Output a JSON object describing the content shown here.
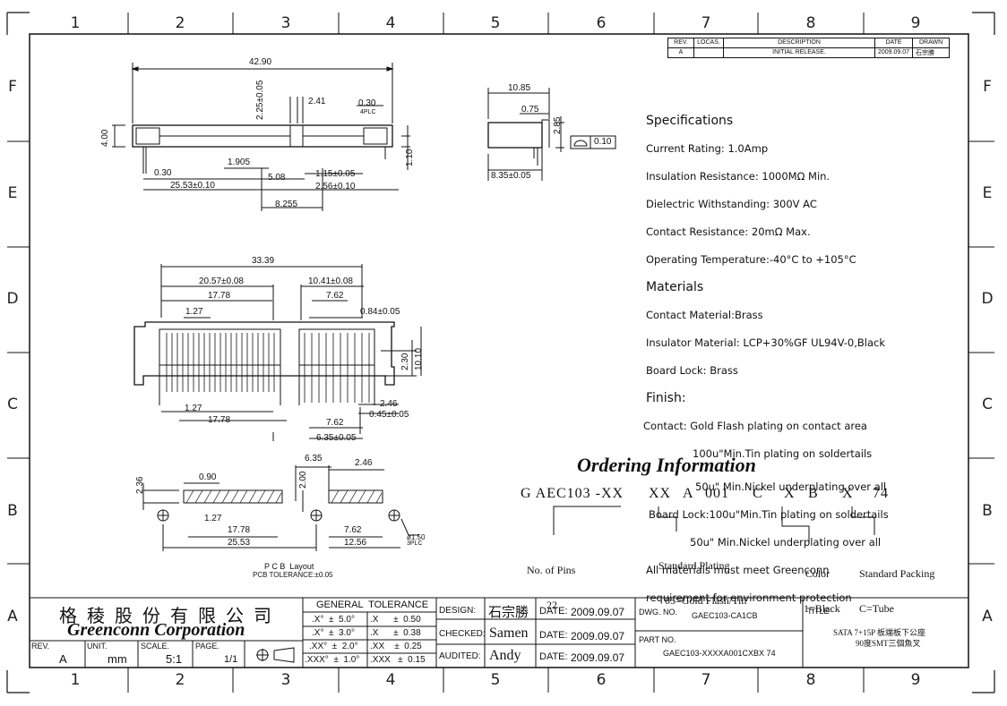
{
  "frame": {
    "column_labels": [
      "1",
      "2",
      "3",
      "4",
      "5",
      "6",
      "7",
      "8",
      "9"
    ],
    "row_labels": [
      "F",
      "E",
      "D",
      "C",
      "B",
      "A"
    ]
  },
  "revision_table": {
    "headers": [
      "REV.",
      "LOCAS.",
      "DESCRIPTION",
      "DATE",
      "DRAWN"
    ],
    "rows": [
      [
        "A",
        "",
        "INITIAL RELEASE.",
        "2009.09.07",
        "石宗勝"
      ]
    ]
  },
  "dimensions": {
    "top_view": [
      "42.90",
      "2.25±0.05",
      "2.41",
      "0.30",
      "4PLC",
      "4.00",
      "1.10",
      "1.905",
      "0.30",
      "5.08",
      "1.15±0.05",
      "25.53±0.10",
      "2.56±0.10",
      "8.255"
    ],
    "side_view": [
      "10.85",
      "0.75",
      "2.85",
      "0.10",
      "8.35±0.05"
    ],
    "front_view": [
      "33.39",
      "20.57±0.08",
      "10.41±0.08",
      "17.78",
      "7.62",
      "0.84±0.05",
      "1.27",
      "2.30",
      "10.10",
      "2.46",
      "0.45±0.05",
      "1.27",
      "17.78",
      "7.62",
      "6.35±0.05"
    ],
    "pcb_view": [
      "6.35",
      "2.46",
      "2.36",
      "0.90",
      "2.00",
      "1.27",
      "17.78",
      "7.62",
      "25.53",
      "12.56",
      "ø1.50",
      "3PLC"
    ]
  },
  "pcb_layout": {
    "title": "P C B  Layout",
    "tolerance": "PCB TOLERANCE:±0.05"
  },
  "specifications": {
    "heading": "Specifications",
    "lines": [
      "Current Rating: 1.0Amp",
      "Insulation Resistance: 1000MΩ Min.",
      "Dielectric Withstanding: 300V AC",
      "Contact Resistance: 20mΩ Max.",
      "Operating Temperature:-40°C to +105°C"
    ],
    "materials_heading": "Materials",
    "materials": [
      "Contact Material:Brass",
      "Insulator Material: LCP+30%GF UL94V-0,Black",
      "Board Lock: Brass"
    ],
    "finish_heading": "Finish:",
    "finish": [
      "Contact: Gold Flash plating on contact area",
      "100u\"Min.Tin plating on soldertails",
      "50u\" Min.Nickel underplating over all",
      "Board Lock:100u\"Min.Tin plating on soldertails",
      "50u\" Min.Nickel underplating over all",
      "All materials must meet Greenconn",
      "requirement for environment protection"
    ]
  },
  "ordering": {
    "title": "Ordering Information",
    "code": [
      "G AEC103 -XX",
      "XX",
      "A",
      "001",
      "C",
      "X",
      "B",
      "X",
      "74"
    ],
    "labels": [
      {
        "title": "No. of Pins",
        "value": "22"
      },
      {
        "title": "Standard Plating",
        "value": "05=Gold Flash/Tin"
      },
      {
        "title": "Color",
        "value": "1=Black"
      },
      {
        "title": "Standard Packing",
        "value": "C=Tube"
      }
    ]
  },
  "title_block": {
    "company_cn": "格 稜 股 份 有 限 公 司",
    "company_en": "Greenconn Corporation",
    "rev_label": "REV.",
    "rev": "A",
    "unit_label": "UNIT.",
    "unit": "mm",
    "scale_label": "SCALE.",
    "scale": "5:1",
    "page_label": "PAGE.",
    "page": "1/1",
    "tolerance_title": "GENERAL  TOLERANCE",
    "tolerances": [
      [
        ".X°  ±  5.0°",
        ".X      ±  0.50"
      ],
      [
        ".X°  ±  3.0°",
        ".X      ±  0.38"
      ],
      [
        ".XX°  ±  2.0°",
        ".XX    ±  0.25"
      ],
      [
        ".XXX°  ±  1.0°",
        ".XXX   ±  0.15"
      ]
    ],
    "design_label": "DESIGN:",
    "design": "石宗勝",
    "checked_label": "CHECKED:",
    "checked": "Samen",
    "audited_label": "AUDITED:",
    "audited": "Andy",
    "date_label": "DATE:",
    "date": "2009.09.07",
    "dwg_label": "DWG. NO.",
    "dwg": "GAEC103-CA1CB",
    "part_label": "PART NO.",
    "part": "GAEC103-XXXXA001CXBX 74",
    "title_label": "TITLE",
    "title_line1": "SATA 7+15P 板端板下公座",
    "title_line2": "90度SMT三個魚叉"
  }
}
